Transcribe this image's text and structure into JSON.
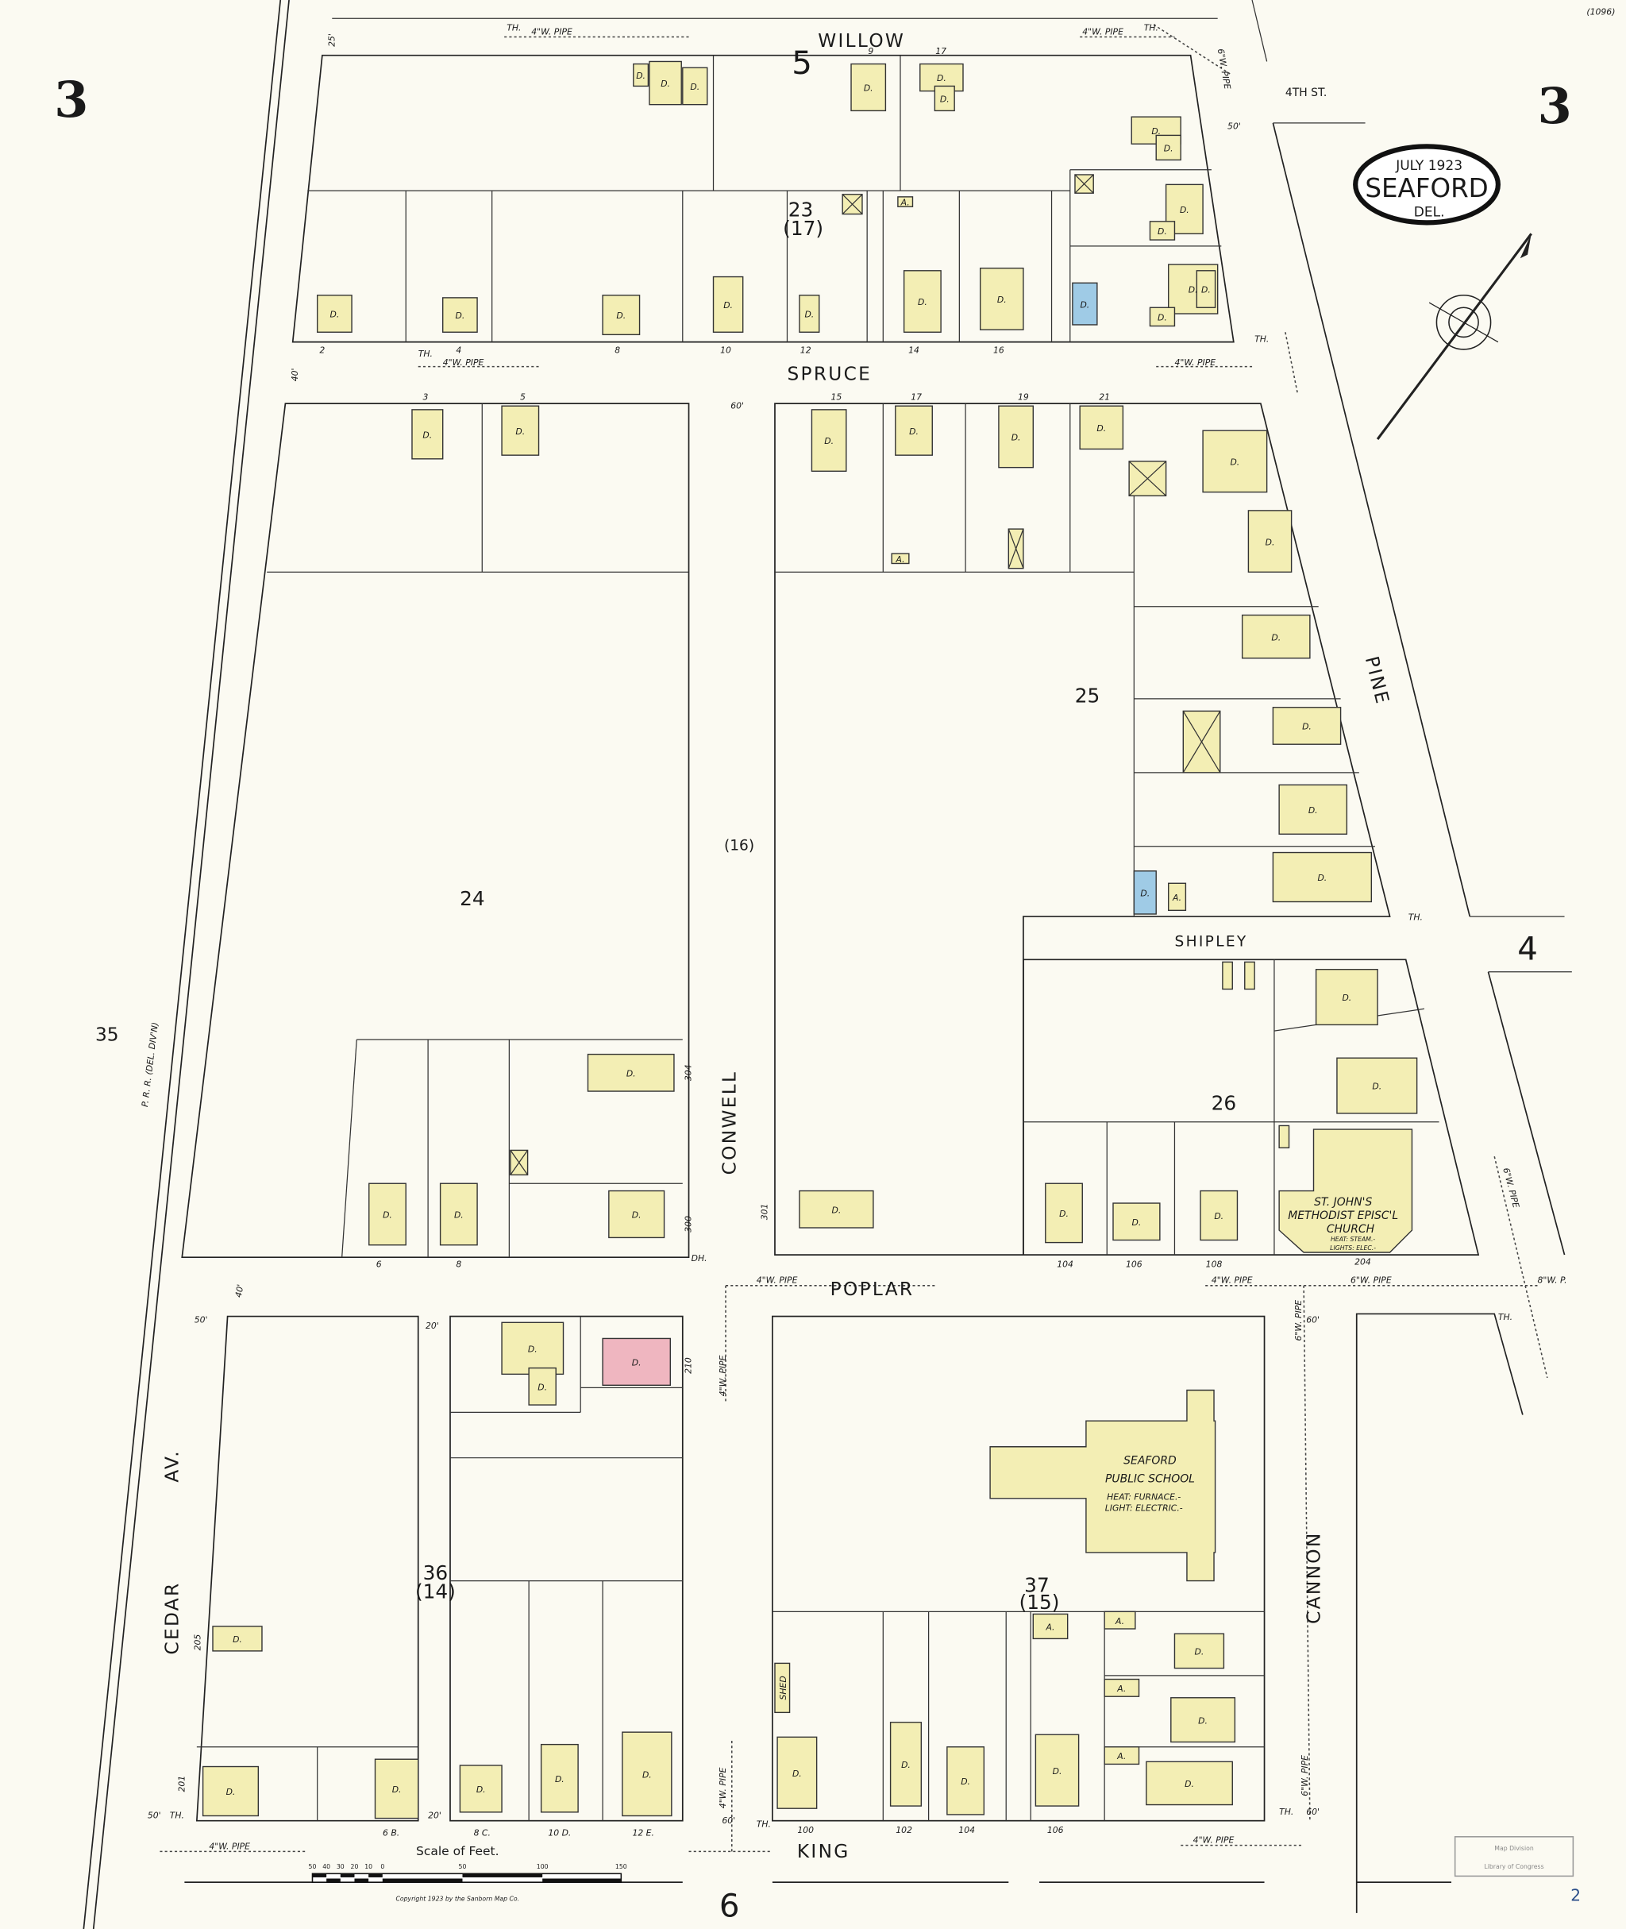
{
  "title": {
    "date": "JULY 1923",
    "city": "SEAFORD",
    "state": "DEL."
  },
  "sheet": {
    "number_left": "3",
    "number_right": "3",
    "corner_code": "(1096)",
    "page_mark": "2"
  },
  "adjacent_sheets": {
    "north": "5",
    "east": "4",
    "south": "6",
    "west": "35"
  },
  "streets": {
    "willow": "WILLOW",
    "spruce": "SPRUCE",
    "poplar": "POPLAR",
    "king": "KING",
    "shipley": "SHIPLEY",
    "conwell": "CONWELL",
    "cedar": "CEDAR",
    "cedar_av": "AV.",
    "pine": "PINE",
    "cannon": "CANNON",
    "fourth": "4TH ST."
  },
  "railroad": "P. R. R. (DEL. DIV'N)",
  "blocks": [
    {
      "id": "23",
      "sub": "(17)"
    },
    {
      "id": "24"
    },
    {
      "id": "25"
    },
    {
      "id": "26"
    },
    {
      "id": "36",
      "sub": "(14)"
    },
    {
      "id": "37",
      "sub": "(15)"
    },
    {
      "id": "conwell",
      "sub": "(16)"
    }
  ],
  "buildings": {
    "dwelling_label": "D.",
    "auto_label": "A.",
    "shed_label": "SHED",
    "school": {
      "name1": "SEAFORD",
      "name2": "PUBLIC SCHOOL",
      "heat": "HEAT: FURNACE.-",
      "light": "LIGHT: ELECTRIC.-"
    },
    "church": {
      "name1": "ST. JOHN'S",
      "name2": "METHODIST EPISC'L",
      "name3": "CHURCH",
      "heat": "HEAT: STEAM.-",
      "light": "LIGHTS: ELEC.-"
    }
  },
  "addresses": {
    "spruce_north": [
      "2",
      "4",
      "8",
      "10",
      "12",
      "14",
      "16"
    ],
    "spruce_south": [
      "3",
      "5",
      "15",
      "17",
      "19",
      "21"
    ],
    "willow": [
      "9",
      "17"
    ],
    "poplar_north": [
      "6",
      "8",
      "104",
      "106",
      "108",
      "204"
    ],
    "cedar": [
      "201",
      "205"
    ],
    "block36_south": [
      "6 B.",
      "8 C.",
      "10 D.",
      "12 E."
    ],
    "king_north": [
      "100",
      "102",
      "104",
      "106"
    ],
    "conwell": [
      "300",
      "304",
      "301",
      "210"
    ]
  },
  "utilities": {
    "pipe4": "4\"W. PIPE",
    "pipe6": "6\"W. PIPE",
    "pipe8": "8\"W. P.",
    "hydrant": "TH.",
    "dh": "DH."
  },
  "widths": [
    "60'",
    "50'",
    "40'",
    "20'",
    "25'"
  ],
  "scale": {
    "title": "Scale of Feet.",
    "ticks": [
      "50",
      "40",
      "30",
      "20",
      "10",
      "0",
      "50",
      "100",
      "150"
    ]
  },
  "copyright": "Copyright 1923 by the Sanborn Map Co.",
  "stamp": {
    "line1": "Map Division",
    "line2": "Library of Congress"
  },
  "colors": {
    "paper": "#fbfaf2",
    "frame": "#f3eeb4",
    "brick": "#efb6c0",
    "stone": "#9fcbe6",
    "ink": "#1a1a1a"
  }
}
